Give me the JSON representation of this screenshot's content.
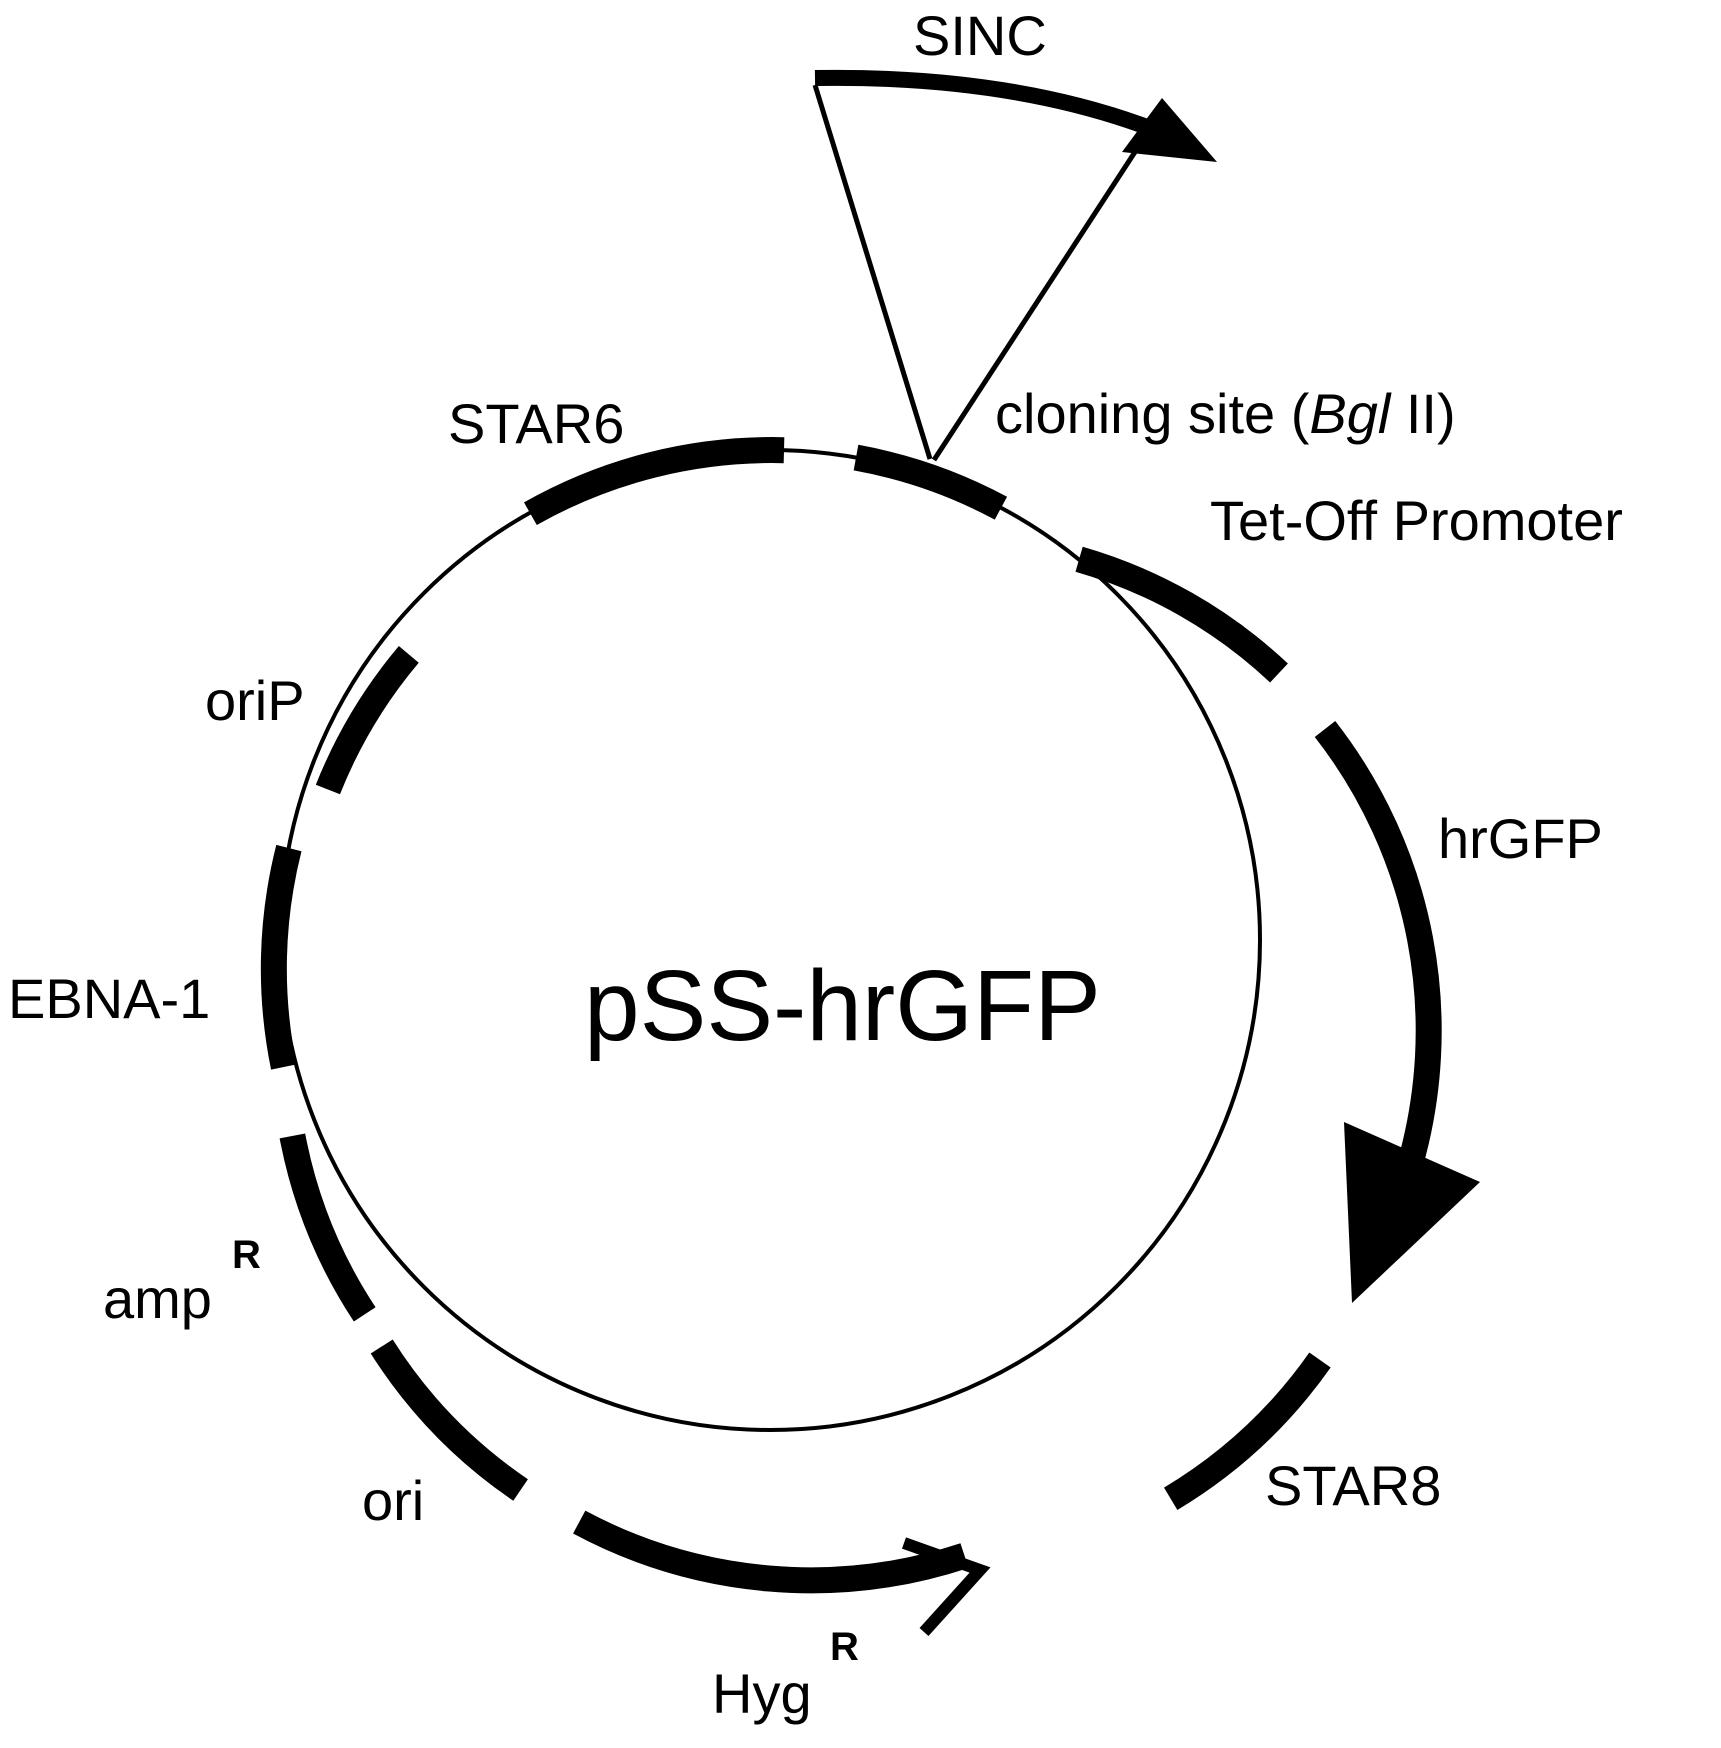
{
  "plasmid": {
    "name": "pSS-hrGFP"
  },
  "insert": {
    "name": "SINC",
    "site_label_prefix": "cloning site (",
    "site_enzyme": "BglII",
    "site_enzyme_italic": "Bgl",
    "site_enzyme_roman": " II",
    "site_label_suffix": ")"
  },
  "features": {
    "star6": "STAR6",
    "tet_off_promoter": "Tet-Off Promoter",
    "hrgfp": "hrGFP",
    "star8": "STAR8",
    "hyg": "Hyg",
    "hyg_sup": "R",
    "ori": "ori",
    "amp": "amp",
    "amp_sup": "R",
    "ebna1": "EBNA-1",
    "orip": "oriP"
  },
  "colors": {
    "ink": "#000000",
    "background": "#ffffff"
  }
}
